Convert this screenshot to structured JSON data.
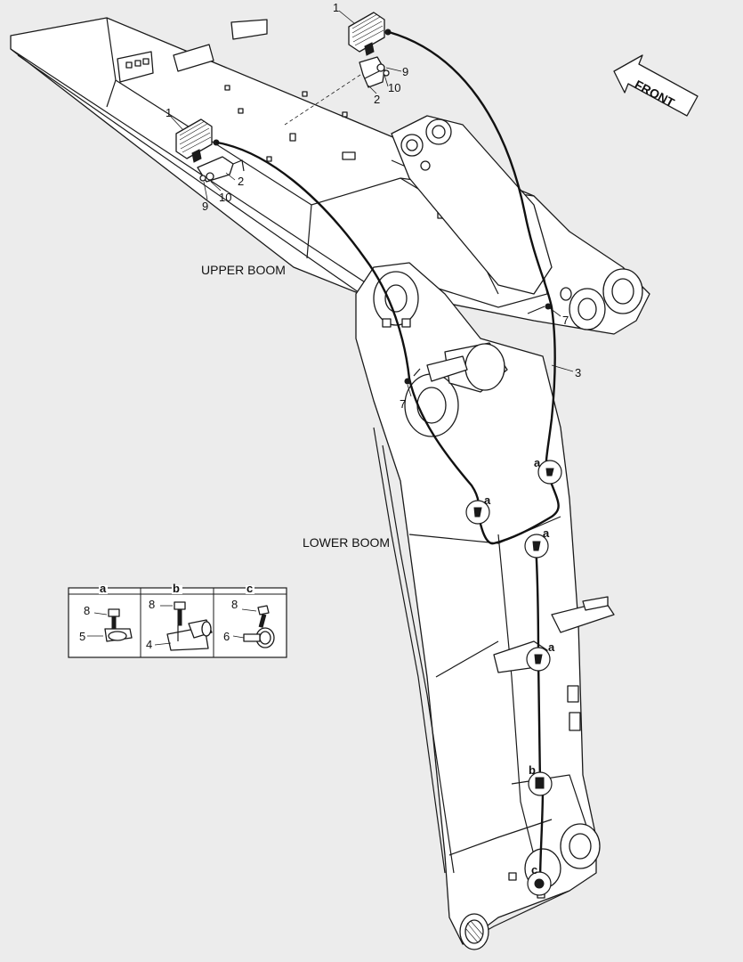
{
  "labels": {
    "front": "FRONT",
    "upper_boom": "UPPER BOOM",
    "lower_boom": "LOWER BOOM"
  },
  "callouts": {
    "lamp_top": "1",
    "bracket_top": "2",
    "bolt_top": "9",
    "washer_top": "10",
    "lamp_left": "1",
    "bracket_left": "2",
    "bolt_left": "9",
    "washer_left": "10",
    "harness": "3",
    "tie_right": "7",
    "tie_left": "7"
  },
  "detail_markers": {
    "a1": "a",
    "a2": "a",
    "a3": "a",
    "a4": "a",
    "b1": "b",
    "c1": "c"
  },
  "detail_table": {
    "a": {
      "header": "a",
      "bolt": "8",
      "part": "5"
    },
    "b": {
      "header": "b",
      "bolt": "8",
      "part": "4"
    },
    "c": {
      "header": "c",
      "bolt": "8",
      "part": "6"
    }
  }
}
